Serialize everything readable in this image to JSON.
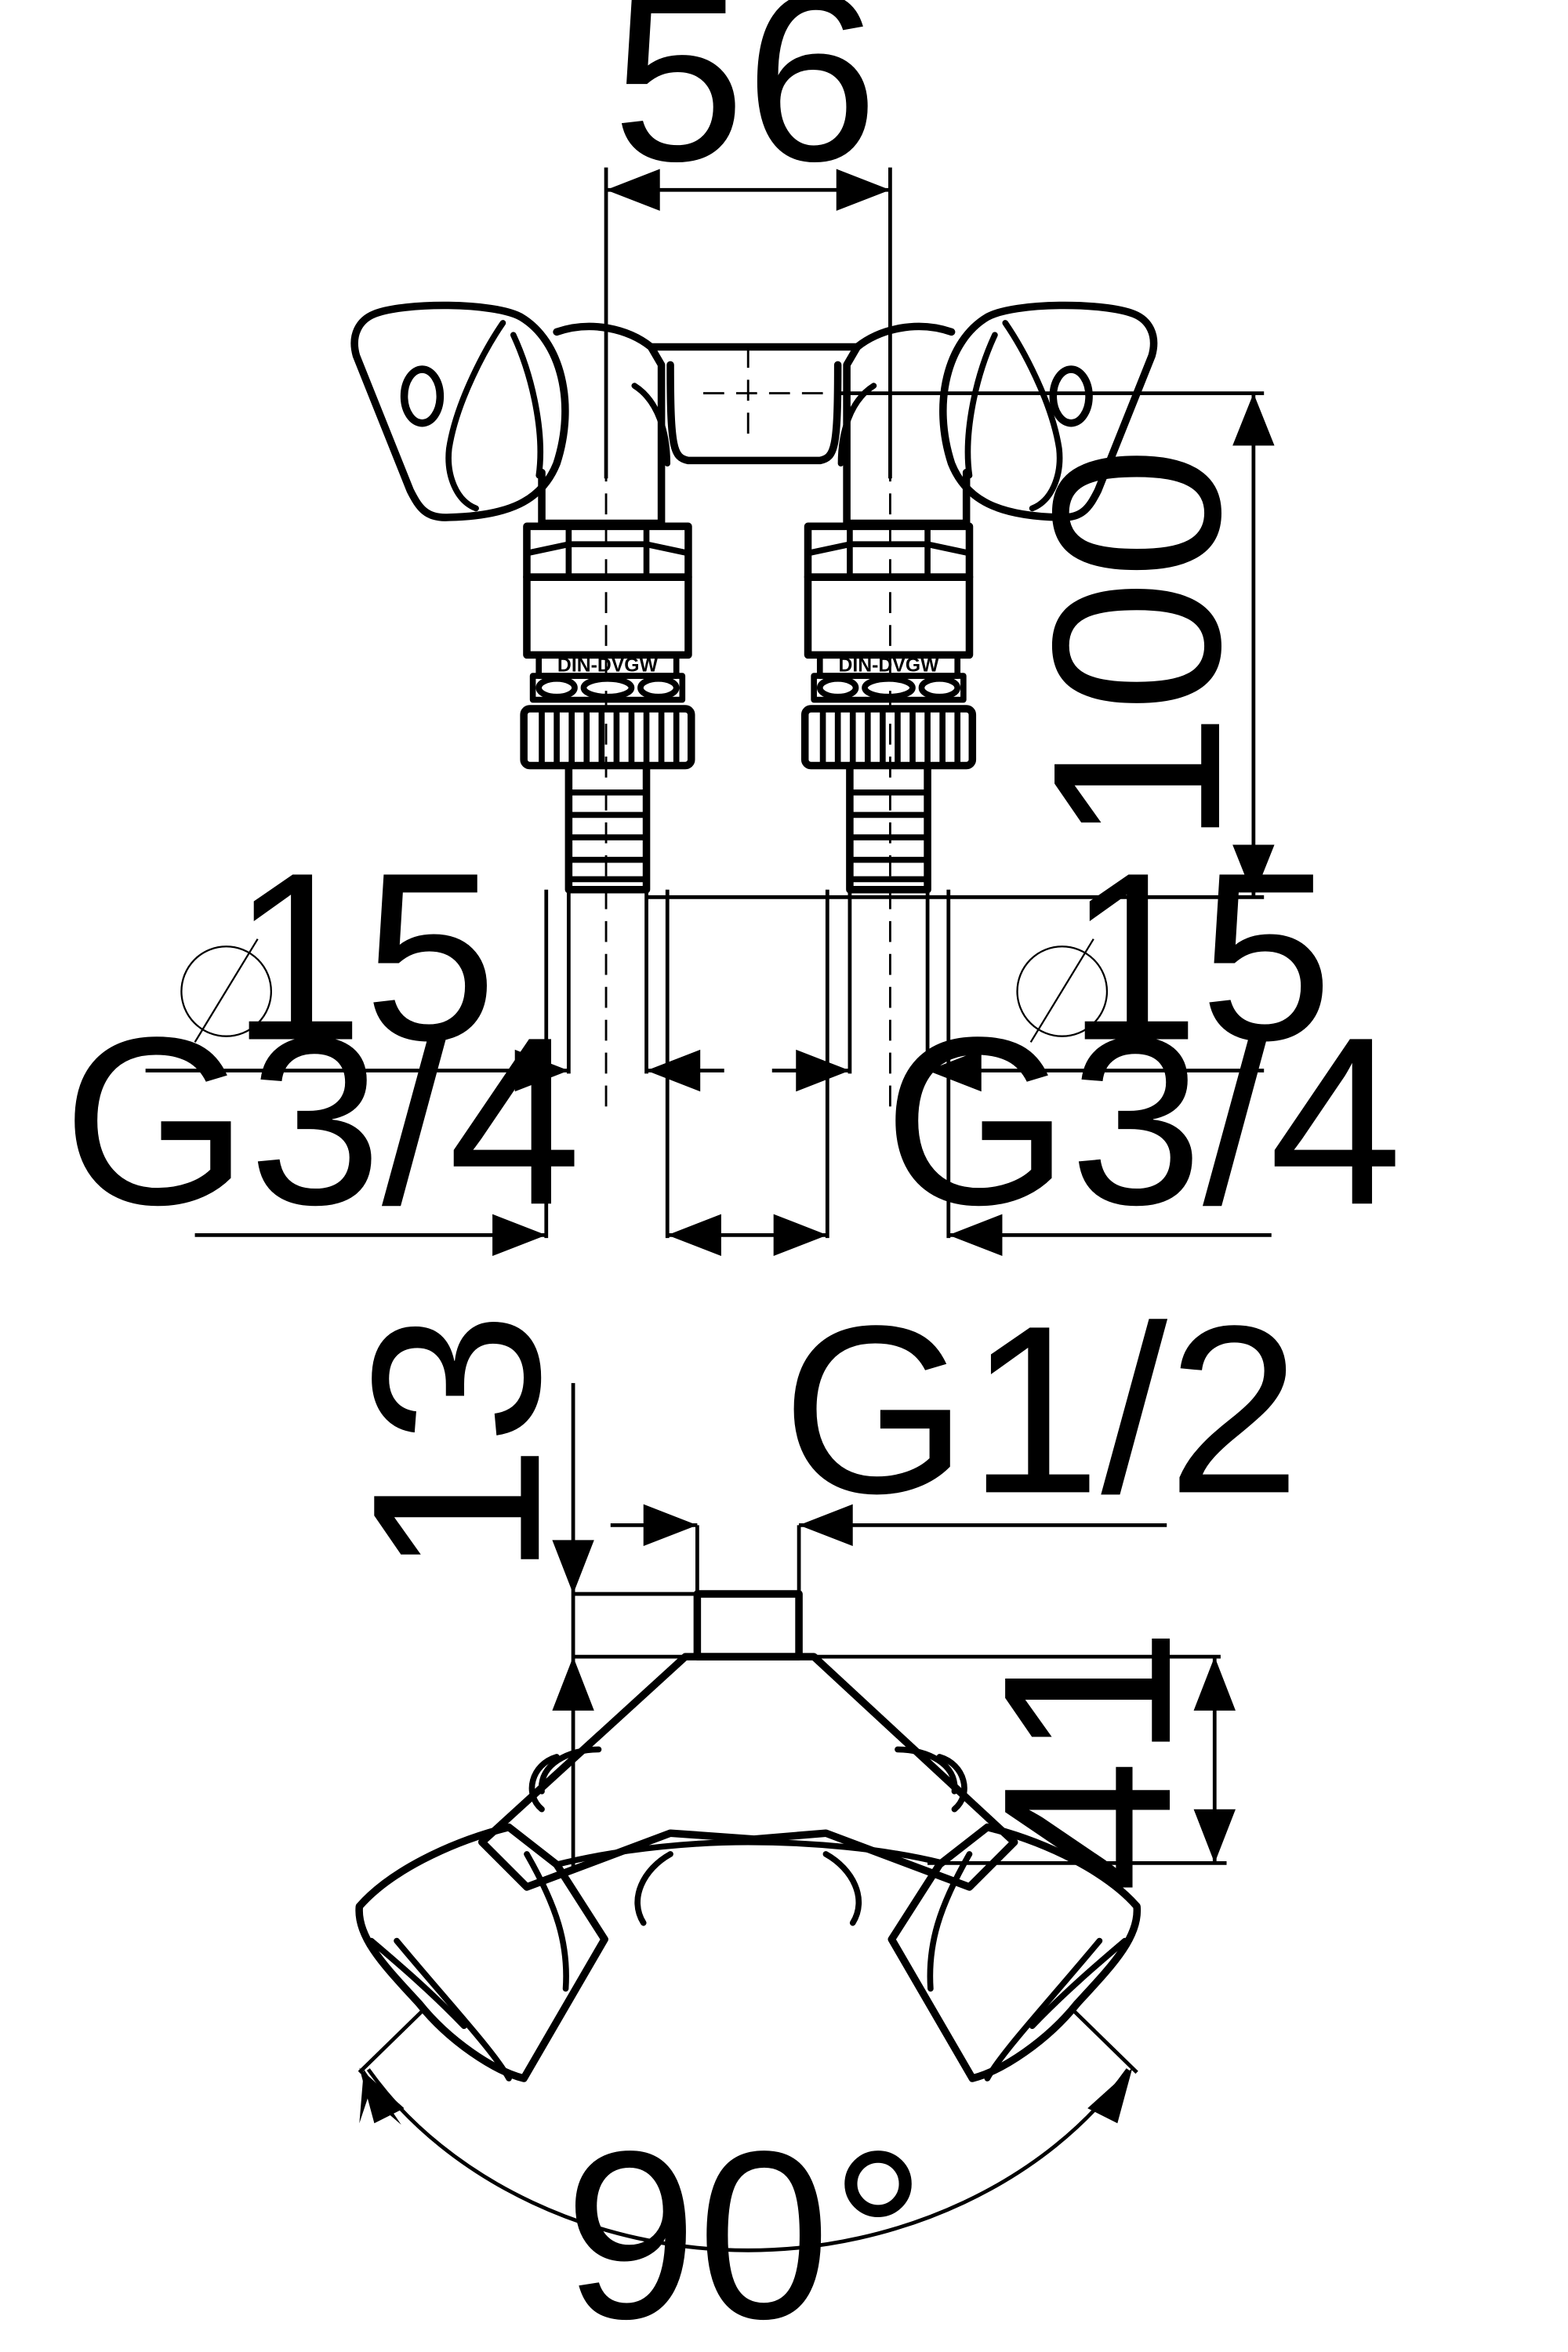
{
  "dimensions": {
    "center_distance": "56",
    "height": "100",
    "diameter_left": "15",
    "diameter_right": "15",
    "thread_left": "G3/4",
    "thread_right": "G3/4",
    "wall_offset": "13",
    "inlet_thread": "G1/2",
    "body_depth": "41",
    "angle": "90°"
  },
  "markings": {
    "stamp_left": "DIN-DVGW",
    "stamp_right": "DIN-DVGW"
  },
  "colors": {
    "line": "#000000",
    "background": "#ffffff"
  }
}
